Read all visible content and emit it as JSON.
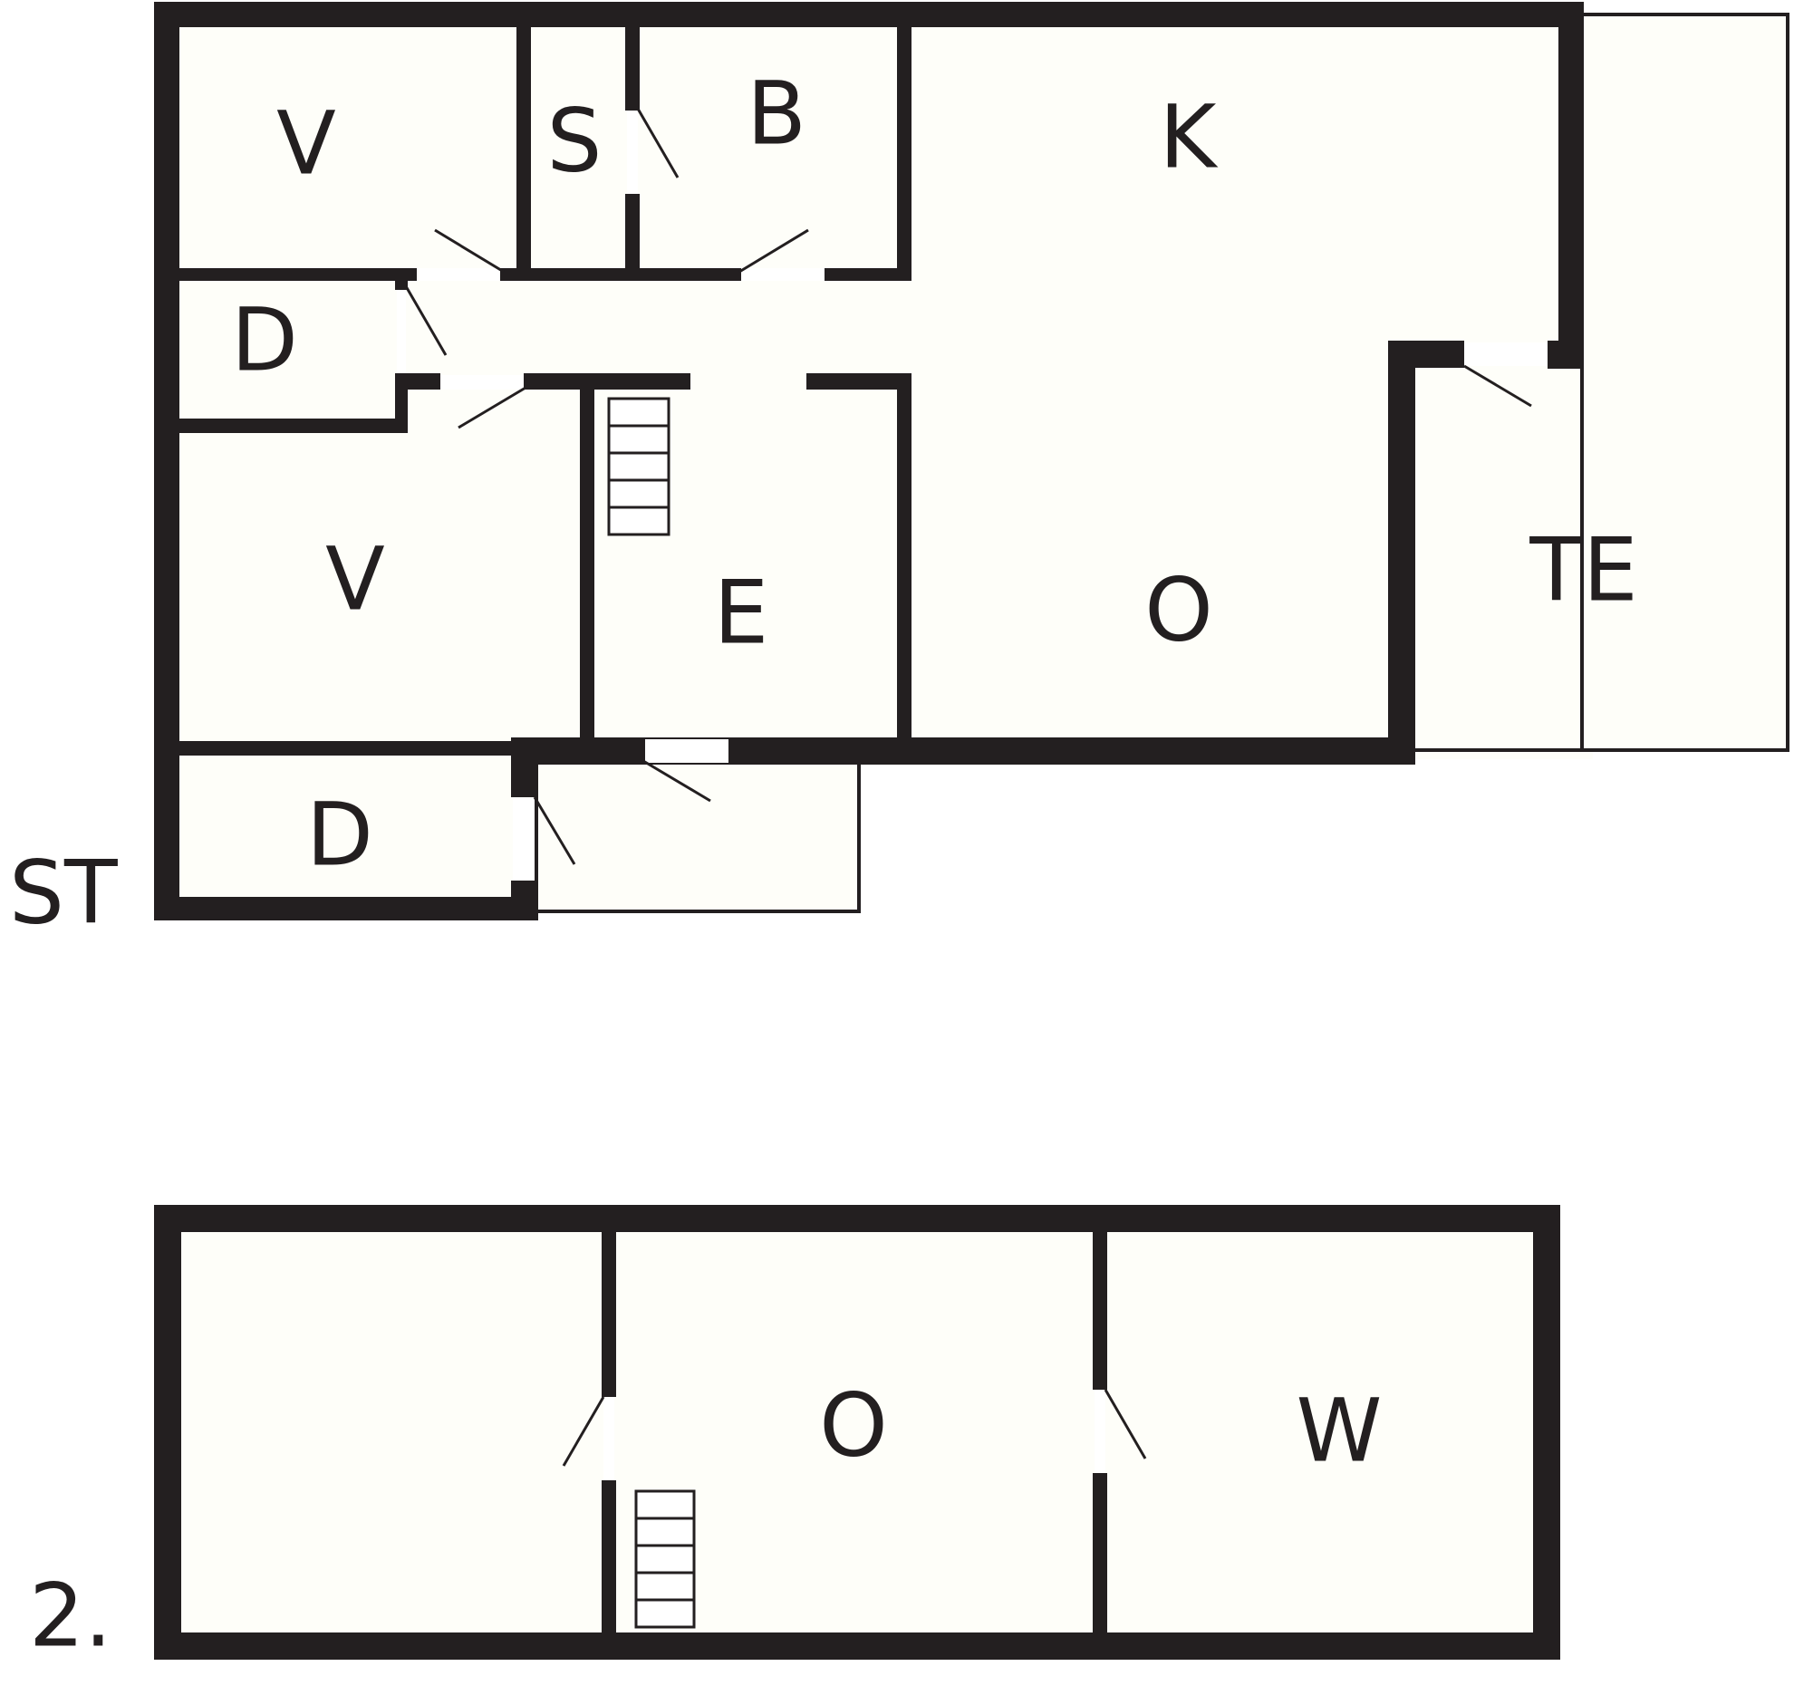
{
  "colors": {
    "wall": "#231f20",
    "floor": "#fefef9",
    "background": "#ffffff",
    "opening": "#ffffff"
  },
  "floors": [
    {
      "label": "ST",
      "rooms": [
        {
          "id": "v1",
          "label": "V"
        },
        {
          "id": "s",
          "label": "S"
        },
        {
          "id": "b",
          "label": "B"
        },
        {
          "id": "k",
          "label": "K"
        },
        {
          "id": "d1",
          "label": "D"
        },
        {
          "id": "v2",
          "label": "V"
        },
        {
          "id": "e",
          "label": "E"
        },
        {
          "id": "o1",
          "label": "O"
        },
        {
          "id": "te",
          "label": "TE"
        },
        {
          "id": "d2",
          "label": "D"
        }
      ]
    },
    {
      "label": "2.",
      "rooms": [
        {
          "id": "o2",
          "label": "O"
        },
        {
          "id": "w",
          "label": "W"
        }
      ]
    }
  ]
}
